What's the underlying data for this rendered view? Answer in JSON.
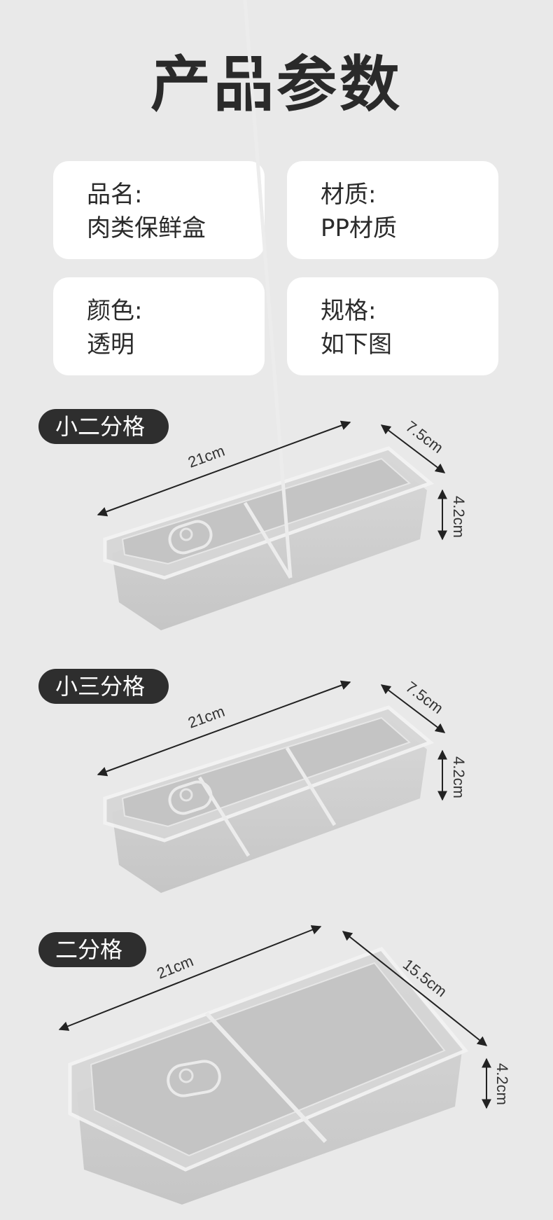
{
  "title": "产品参数",
  "params": [
    {
      "key": "品名:",
      "value": "肉类保鲜盒"
    },
    {
      "key": "材质:",
      "value": "PP材质"
    },
    {
      "key": "颜色:",
      "value": "透明"
    },
    {
      "key": "规格:",
      "value": "如下图"
    }
  ],
  "products": [
    {
      "name": "小二分格",
      "length": "21cm",
      "width": "7.5cm",
      "height": "4.2cm"
    },
    {
      "name": "小三分格",
      "length": "21cm",
      "width": "7.5cm",
      "height": "4.2cm"
    },
    {
      "name": "二分格",
      "length": "21cm",
      "width": "15.5cm",
      "height": "4.2cm"
    }
  ],
  "colors": {
    "background": "#e9e9e9",
    "card": "#ffffff",
    "pill": "#2e2e2e",
    "text": "#2b2b2b"
  }
}
